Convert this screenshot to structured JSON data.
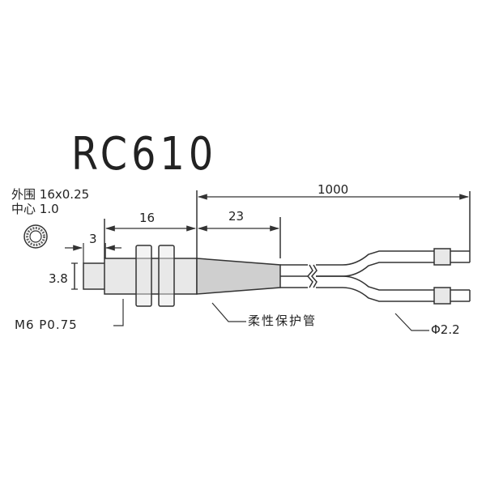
{
  "title": "RC610",
  "fiber_spec": {
    "outer_label": "外围",
    "outer_value": "16x0.25",
    "center_label": "中心",
    "center_value": "1.0"
  },
  "dimensions": {
    "tip_length": "3",
    "tip_diameter": "3.8",
    "body_length": "16",
    "sleeve_length": "23",
    "total_length": "1000"
  },
  "callouts": {
    "thread": "M6 P0.75",
    "sleeve": "柔性保护管",
    "cable_diameter": "Φ2.2"
  }
}
